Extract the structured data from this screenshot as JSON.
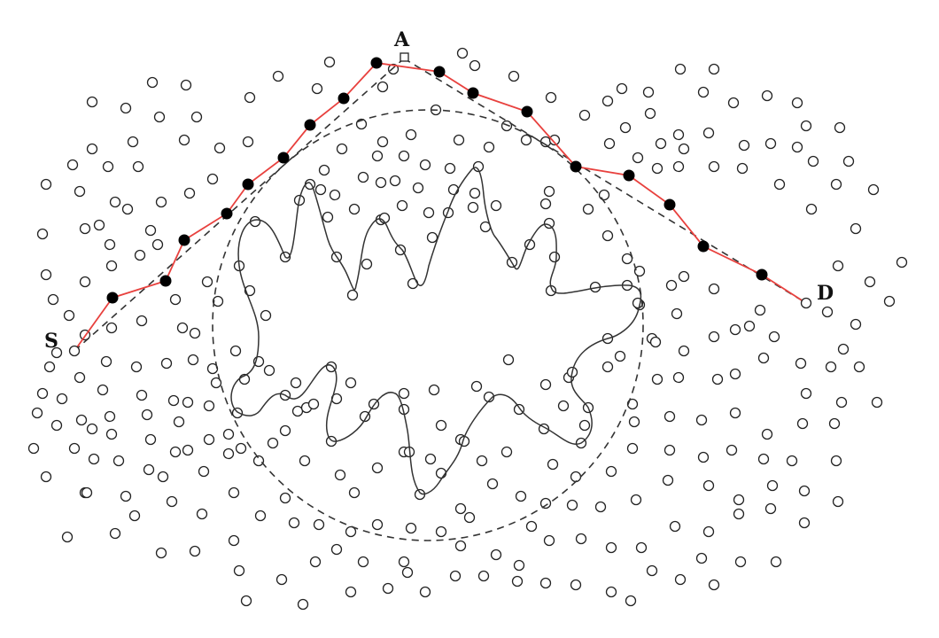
{
  "labels": {
    "source": "S",
    "anchor": "A",
    "destination": "D"
  },
  "colors": {
    "route": "#e8413e",
    "lines": "#333333",
    "nodes": "#222222"
  }
}
